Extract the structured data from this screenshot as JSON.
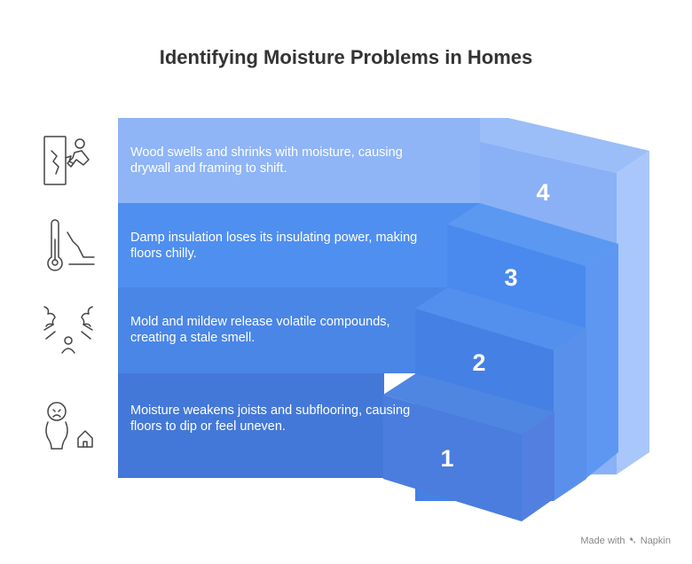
{
  "title": "Identifying Moisture Problems in Homes",
  "steps": [
    {
      "number": "4",
      "text": "Wood swells and shrinks with moisture, causing drywall and framing to shift.",
      "icon": "cracked-wall-person-icon"
    },
    {
      "number": "3",
      "text": "Damp insulation loses its insulating power, making floors chilly.",
      "icon": "thermometer-falling-icon"
    },
    {
      "number": "2",
      "text": "Mold and mildew release volatile compounds, creating a stale smell.",
      "icon": "mold-smell-icon"
    },
    {
      "number": "1",
      "text": "Moisture weakens joists and subflooring, causing floors to dip or feel uneven.",
      "icon": "worried-person-house-icon"
    }
  ],
  "colors": {
    "band4": "#8fb5f6",
    "band3": "#4f8ff0",
    "band2": "#4a86e6",
    "band1": "#4478d8",
    "front4": "#8ab1f5",
    "front3": "#4a89ee",
    "front2": "#4580e4",
    "front1": "#4a7ddd",
    "top4": "#9bbef8",
    "top3": "#5b98f2",
    "top2": "#5390ee",
    "top1": "#4f86e2",
    "side4": "#a9c7fa",
    "side3": "#5d97f1",
    "side2": "#5990ec",
    "side1": "#527fe0"
  },
  "footer": {
    "made_with": "Made with",
    "brand": "Napkin"
  }
}
